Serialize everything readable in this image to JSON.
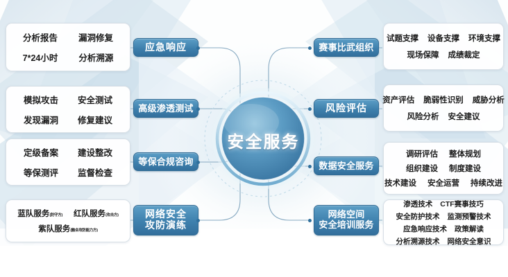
{
  "center": {
    "label": "安全服务"
  },
  "branches": [
    {
      "id": "emergency-response",
      "side": "left",
      "pill": [
        "应急响应"
      ],
      "details": [
        [
          "分析报告",
          "漏洞修复"
        ],
        [
          "7*24小时",
          "分析溯源"
        ]
      ]
    },
    {
      "id": "advanced-penetration-testing",
      "side": "left",
      "pill": [
        "高级渗透测试"
      ],
      "details": [
        [
          "模拟攻击",
          "安全测试"
        ],
        [
          "发现漏洞",
          "修复建议"
        ]
      ]
    },
    {
      "id": "mlps-compliance-consulting",
      "side": "left",
      "pill": [
        "等保合规咨询"
      ],
      "details": [
        [
          "定级备案",
          "建设整改"
        ],
        [
          "等保测评",
          "监督检查"
        ]
      ]
    },
    {
      "id": "network-security-attack-defense-drill",
      "side": "left",
      "pill": [
        "网络安全",
        "攻防演练"
      ],
      "details": [
        [
          {
            "text": "蓝队服务",
            "note": "(防守方)"
          },
          {
            "text": "红队服务",
            "note": "(攻击方)"
          }
        ],
        [
          {
            "text": "紫队服务",
            "note": "(融合攻防能力方)"
          }
        ]
      ]
    },
    {
      "id": "competition-organization",
      "side": "right",
      "pill": [
        "赛事比武组织"
      ],
      "details": [
        [
          "试题支撑",
          "设备支撑",
          "环境支撑"
        ],
        [
          "现场保障",
          "成绩裁定"
        ]
      ]
    },
    {
      "id": "risk-assessment",
      "side": "right",
      "pill": [
        "风险评估"
      ],
      "details": [
        [
          "资产评估",
          "脆弱性识别",
          "威胁分析"
        ],
        [
          "风险分析",
          "安全建议"
        ]
      ]
    },
    {
      "id": "data-security-service",
      "side": "right",
      "pill": [
        "数据安全服务"
      ],
      "details": [
        [
          "调研评估",
          "整体规划"
        ],
        [
          "组织建设",
          "制度建设"
        ],
        [
          "技术建设",
          "安全运营",
          "持续改进"
        ]
      ]
    },
    {
      "id": "cyberspace-security-training",
      "side": "right",
      "pill": [
        "网络空间",
        "安全培训服务"
      ],
      "details": [
        [
          "渗透技术",
          "CTF赛事技巧"
        ],
        [
          "安全防护技术",
          "监测预警技术"
        ],
        [
          "应急响应技术",
          "政策解读"
        ],
        [
          "分析溯源技术",
          "网络安全意识"
        ]
      ]
    }
  ],
  "colors": {
    "pill_top": "#5c9ec6",
    "pill_bottom": "#336f9c",
    "connector": "#7fa6bf",
    "box_border": "#d7dfe6",
    "background": "#ffffff",
    "center_ring": "#4f93bf"
  }
}
